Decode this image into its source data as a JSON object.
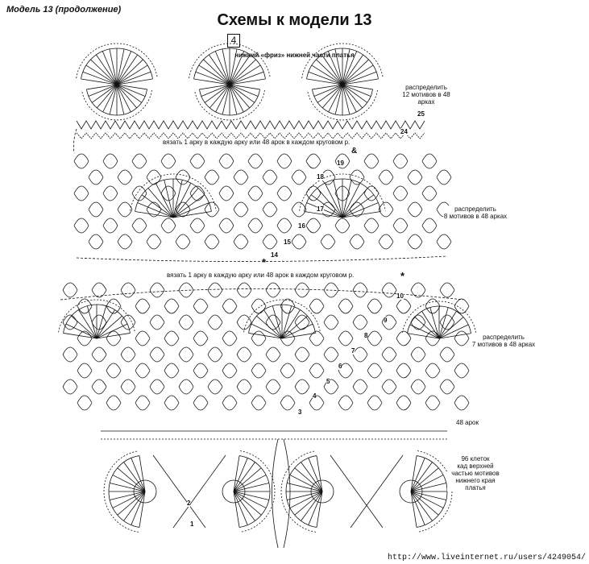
{
  "header": {
    "model_label": "Модель 13 (продолжение)",
    "title": "Схемы к модели 13",
    "scheme_number": "4",
    "frieze_caption": "нижний «фриз» нижней части платья"
  },
  "notes": {
    "distribute_12": "распределить\n12 мотивов в 48 арках",
    "distribute_8": "распределить\n8 мотивов в 48 арках",
    "distribute_7": "распределить\n7 мотивов в 48 арках",
    "arches_48": "48 арок",
    "cells_96": "96 клеток\nкад верхней\nчастью мотивов\nнижнего края платья",
    "row_instruction_1": "вязать 1 арку в каждую арку или 48 арок в каждом круговом р.",
    "row_instruction_2": "вязать 1 арку в каждую арку или 48 арок в каждом круговом р."
  },
  "row_numbers": [
    "25",
    "24",
    "19",
    "18",
    "17",
    "16",
    "15",
    "14",
    "10",
    "9",
    "8",
    "7",
    "6",
    "5",
    "4",
    "3",
    "2",
    "1"
  ],
  "symbols": {
    "star": "*",
    "ampersand": "&"
  },
  "footer": {
    "url": "http://www.liveinternet.ru/users/4249054/"
  },
  "colors": {
    "ink": "#111111",
    "paper": "#ffffff"
  }
}
